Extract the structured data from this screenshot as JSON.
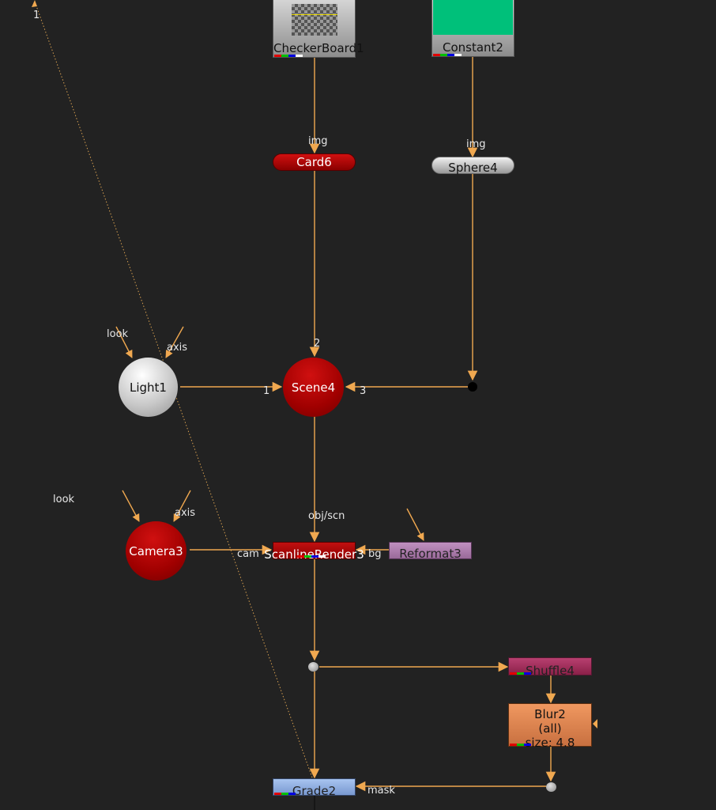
{
  "nodes": {
    "checkerboard": {
      "label": "CheckerBoard1"
    },
    "constant": {
      "label": "Constant2",
      "color": "#00c07a"
    },
    "card": {
      "label": "Card6",
      "color": "#b10000"
    },
    "sphere": {
      "label": "Sphere4"
    },
    "light": {
      "label": "Light1"
    },
    "scene": {
      "label": "Scene4",
      "color": "#b30000"
    },
    "camera": {
      "label": "Camera3",
      "color": "#b30000"
    },
    "scanline": {
      "label": "ScanlineRender3",
      "color": "#b10000"
    },
    "reformat": {
      "label": "Reformat3",
      "color": "#a878a8"
    },
    "shuffle": {
      "label": "Shuffle4",
      "color": "#a0305a"
    },
    "blur": {
      "label_line1": "Blur2",
      "label_line2": "(all)",
      "label_line3": "size: 4.8",
      "color": "#e08850"
    },
    "grade": {
      "label": "Grade2",
      "color": "#8eaee6"
    }
  },
  "inputs": {
    "card_img": "img",
    "sphere_img": "img",
    "light_look": "look",
    "light_axis": "axis",
    "camera_look": "look",
    "camera_axis": "axis",
    "scene_in1": "1",
    "scene_in2": "2",
    "scene_in3": "3",
    "scanline_obj": "obj/scn",
    "scanline_cam": "cam",
    "scanline_bg": "bg",
    "grade_mask": "mask",
    "expression_link": "1"
  },
  "colors": {
    "pipe": "#f0a850",
    "background": "#222222",
    "channel_red": "#e00000",
    "channel_green": "#00c000",
    "channel_blue": "#0000e0",
    "channel_white": "#ffffff"
  }
}
